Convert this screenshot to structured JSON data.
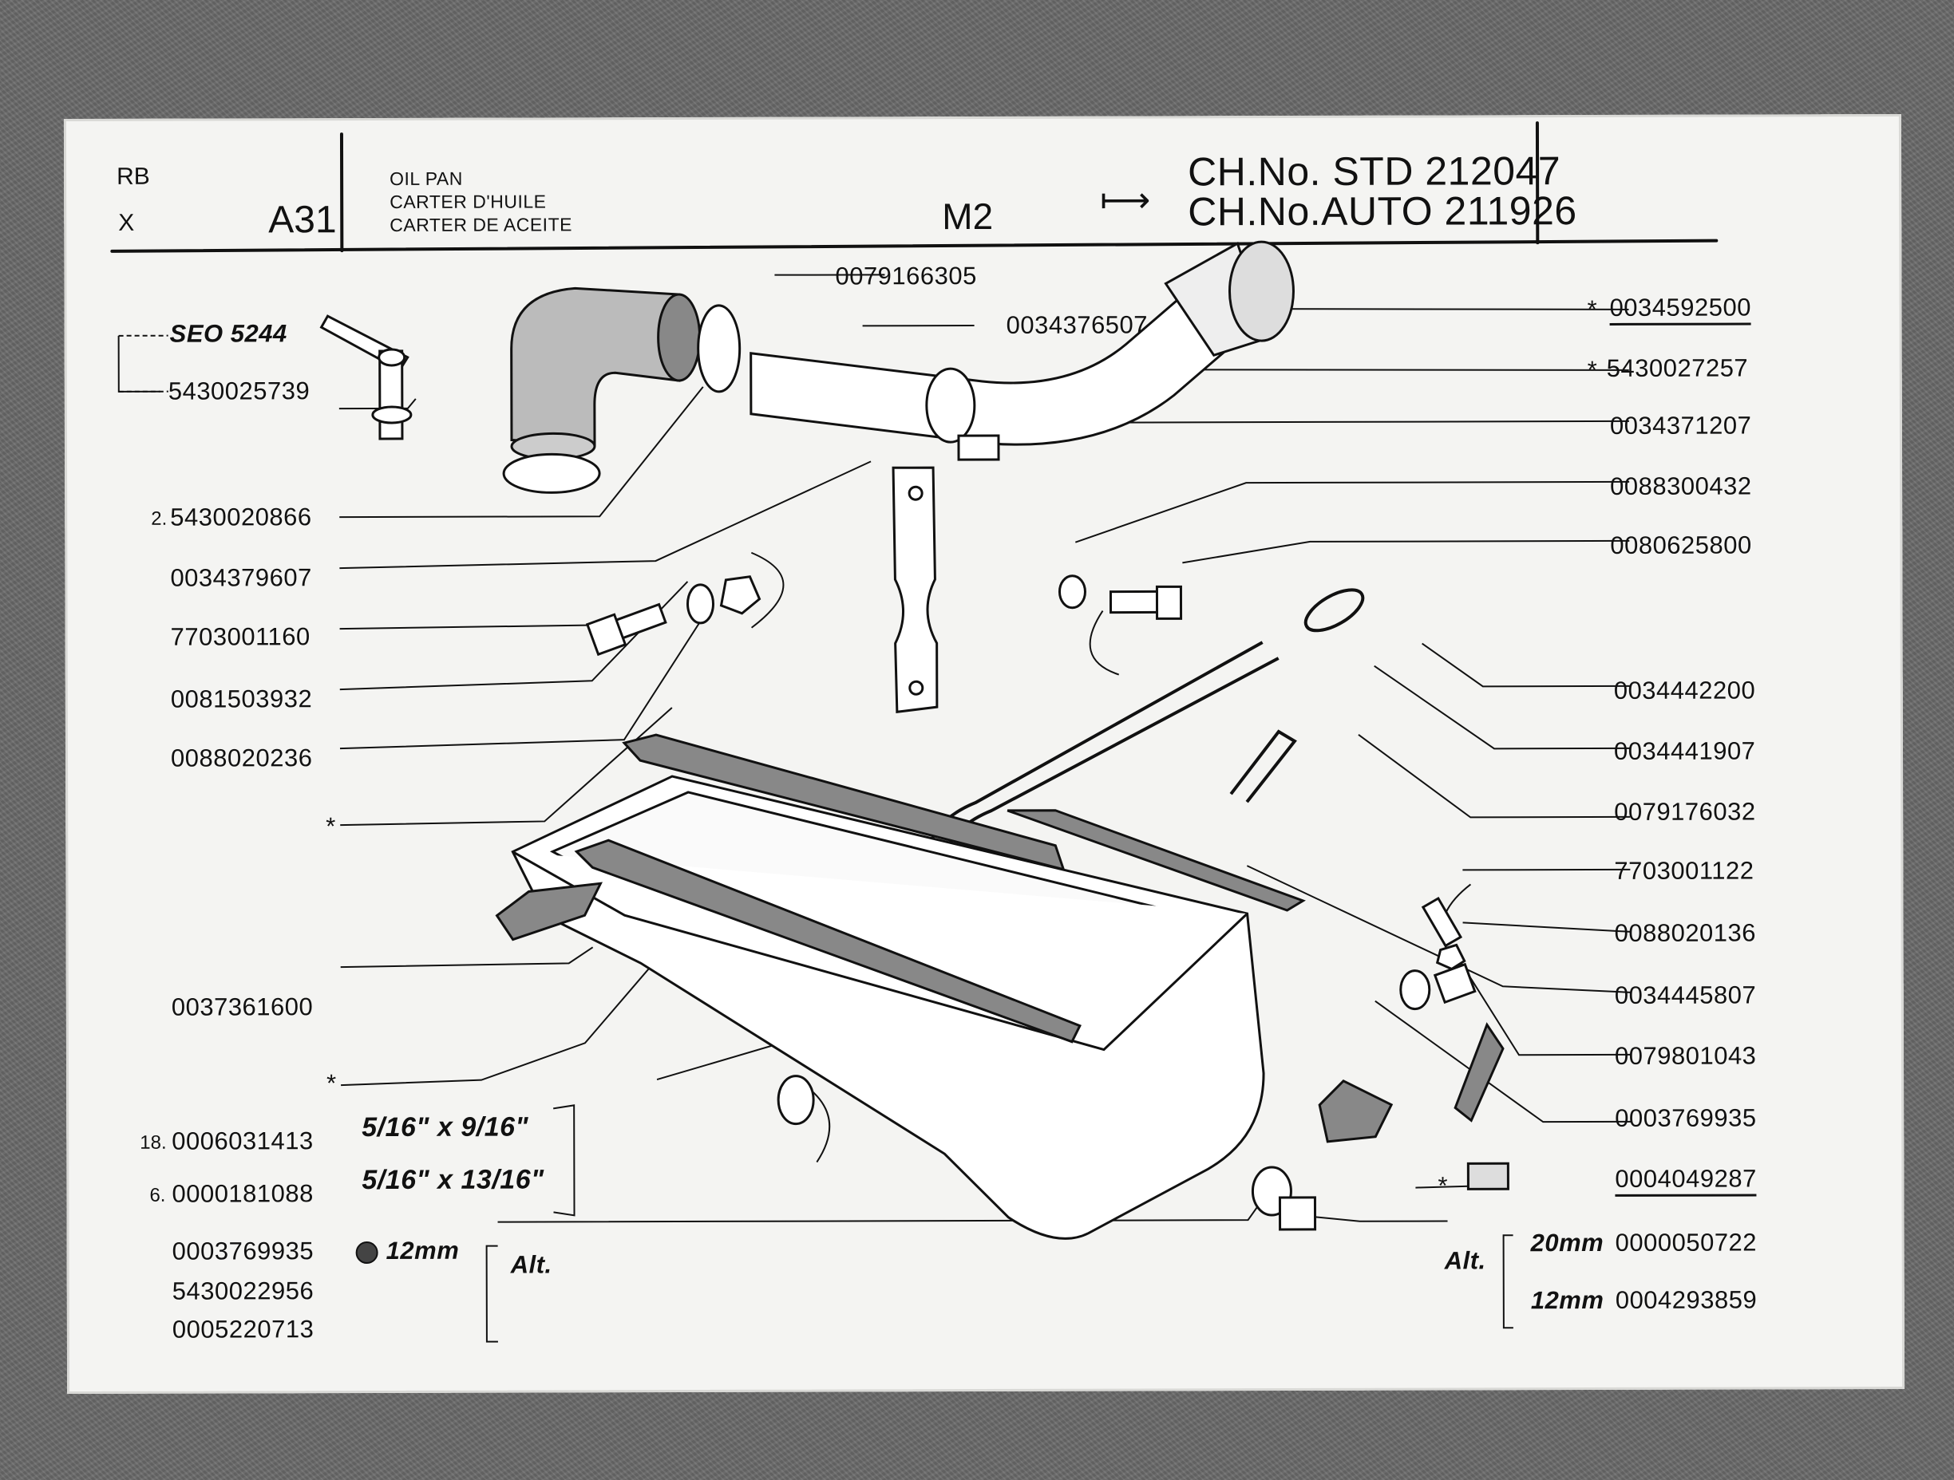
{
  "header": {
    "rb": "RB",
    "x": "X",
    "group": "A31",
    "title_en": "OIL PAN",
    "title_fr": "CARTER D'HUILE",
    "title_es": "CARTER DE ACEITE",
    "model": "M2",
    "arrow": "⟼",
    "chassis_std": "CH.No. STD 212047",
    "chassis_auto": "CH.No.AUTO 211926"
  },
  "left_labels": {
    "seo": "SEO 5244",
    "p1": "5430025739",
    "q2": "2.",
    "p2": "5430020866",
    "p3": "0034379607",
    "p4": "7703001160",
    "p5": "0081503932",
    "p6": "0088020236",
    "star1": "*",
    "p7": "0037361600",
    "star2": "*",
    "q18": "18.",
    "p8": "0006031413",
    "size8": "5/16\" x 9/16\"",
    "q6": "6.",
    "p9": "0000181088",
    "size9": "5/16\" x 13/16\"",
    "p10": "0003769935",
    "size10": "12mm",
    "p11": "5430022956",
    "p12": "0005220713",
    "alt_left": "Alt."
  },
  "top_labels": {
    "p13": "0079166305",
    "p14": "0034376507"
  },
  "right_labels": {
    "star_a": "*",
    "r1": "0034592500",
    "star_b": "*",
    "r2": "5430027257",
    "r3": "0034371207",
    "r4": "0088300432",
    "r5": "0080625800",
    "r6": "0034442200",
    "r7": "0034441907",
    "r8": "0079176032",
    "r9": "7703001122",
    "r10": "0088020136",
    "r11": "0034445807",
    "r12": "0079801043",
    "r13": "0003769935",
    "star_c": "*",
    "r14": "0004049287",
    "size15": "20mm",
    "r15": "0000050722",
    "size16": "12mm",
    "r16": "0004293859",
    "alt_right": "Alt."
  }
}
